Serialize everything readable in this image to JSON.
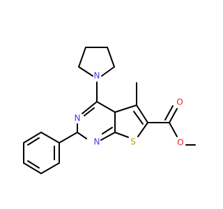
{
  "colors": {
    "background": "#ffffff",
    "bond": "#000000",
    "nitrogen": "#3b3bf5",
    "oxygen": "#e8231a",
    "sulfur": "#c4a000"
  },
  "atom_labels": {
    "n_pyrrolidine": "N",
    "n_pyrimidine_top": "N",
    "n_pyrimidine_bottom": "N",
    "s_thiophene": "S",
    "o_carbonyl": "O",
    "o_ester": "O"
  }
}
